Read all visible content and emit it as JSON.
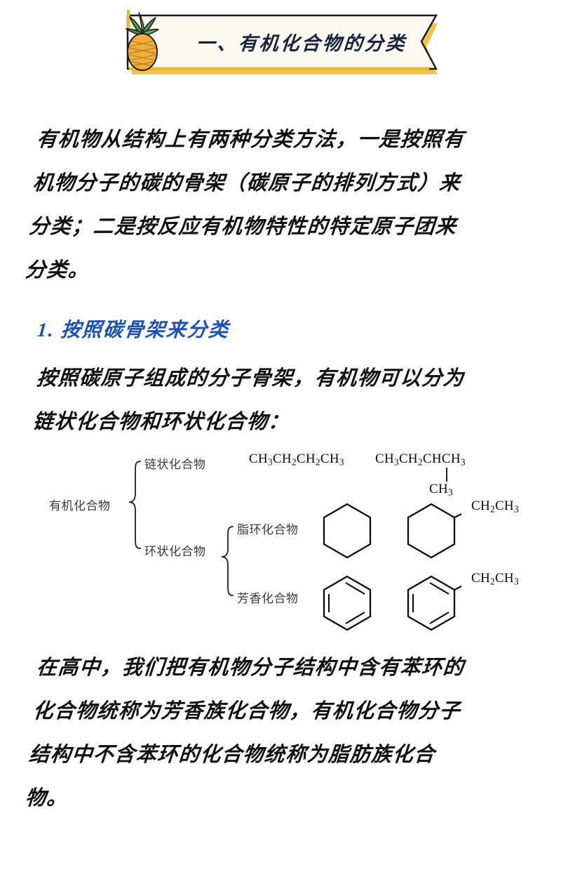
{
  "header": {
    "icon": "pineapple-illustration",
    "title": "一、有机化合物的分类",
    "banner_fill": "#fdfaf1",
    "banner_shadow": "#f2c34a",
    "banner_stroke": "#1a1a1a",
    "title_color": "#16233f"
  },
  "intro_paragraph": {
    "lines": [
      "有机物从结构上有两种分类方法，一是按照有",
      "机物分子的碳的骨架（碳原子的排列方式）来",
      "分类；二是按反应有机物特性的特定原子团来",
      "分类。"
    ],
    "full_text": "有机物从结构上有两种分类方法，一是按照有机物分子的碳的骨架（碳原子的排列方式）来分类；二是按反应有机物特性的特定原子团来分类。"
  },
  "section_heading": {
    "number": "1.",
    "text": "1. 按照碳骨架来分类",
    "color": "#1b52b5"
  },
  "section_paragraph": {
    "lines": [
      "按照碳原子组成的分子骨架，有机物可以分为",
      "链状化合物和环状化合物："
    ],
    "full_text": "按照碳原子组成的分子骨架，有机物可以分为链状化合物和环状化合物："
  },
  "diagram": {
    "root_label": "有机化合物",
    "branch_chain_label": "链状化合物",
    "branch_cyclic_label": "环状化合物",
    "branch_alicyclic_label": "脂环化合物",
    "branch_aromatic_label": "芳香化合物",
    "formulas": {
      "butane": "CH3CH2CH2CH3",
      "isopentane_main": "CH3CH2CHCH3",
      "isopentane_branch": "CH3",
      "cyclohexane_name": "cyclohexane-ring",
      "ethylcyclohexane_substituent": "CH2CH3",
      "benzene_name": "benzene-ring",
      "ethylbenzene_substituent": "CH2CH3"
    }
  },
  "closing_paragraph": {
    "lines": [
      "在高中，我们把有机物分子结构中含有苯环的",
      "化合物统称为芳香族化合物，有机化合物分子",
      "结构中不含苯环的化合物统称为脂肪族化合",
      "物。"
    ],
    "full_text": "在高中，我们把有机物分子结构中含有苯环的化合物统称为芳香族化合物，有机化合物分子结构中不含苯环的化合物统称为脂肪族化合物。"
  }
}
